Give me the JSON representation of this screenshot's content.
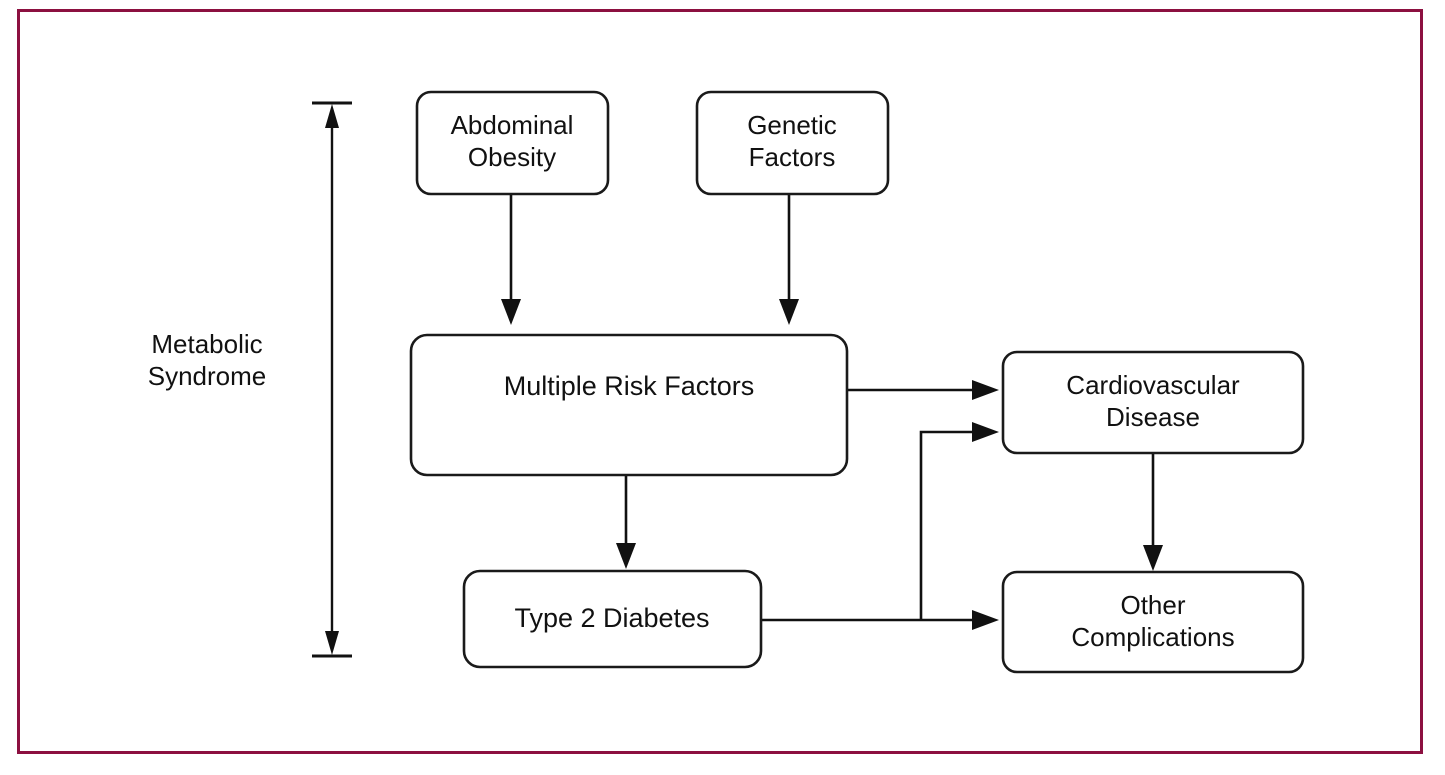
{
  "figure": {
    "frame_color": "#8c1040",
    "background_color": "#ffffff",
    "stroke_color": "#111111"
  },
  "bracket": {
    "label_line1": "Metabolic",
    "label_line2": "Syndrome",
    "icon_name": "double-headed-vertical-arrow"
  },
  "nodes": {
    "abdominal_obesity": {
      "line1": "Abdominal",
      "line2": "Obesity"
    },
    "genetic_factors": {
      "line1": "Genetic",
      "line2": "Factors"
    },
    "multiple_risk_factors": {
      "line1": "Multiple Risk Factors"
    },
    "type2_diabetes": {
      "line1": "Type 2 Diabetes"
    },
    "cardiovascular_disease": {
      "line1": "Cardiovascular",
      "line2": "Disease"
    },
    "other_complications": {
      "line1": "Other",
      "line2": "Complications"
    }
  },
  "edges": [
    {
      "id": "obesity-to-risk",
      "from": "abdominal_obesity",
      "to": "multiple_risk_factors",
      "style": "straight-down"
    },
    {
      "id": "genetics-to-risk",
      "from": "genetic_factors",
      "to": "multiple_risk_factors",
      "style": "straight-down"
    },
    {
      "id": "risk-to-diabetes",
      "from": "multiple_risk_factors",
      "to": "type2_diabetes",
      "style": "straight-down"
    },
    {
      "id": "risk-to-cvd",
      "from": "multiple_risk_factors",
      "to": "cardiovascular_disease",
      "style": "straight-right"
    },
    {
      "id": "diabetes-to-complications",
      "from": "type2_diabetes",
      "to": "other_complications",
      "style": "straight-right"
    },
    {
      "id": "diabetes-to-cvd",
      "from": "type2_diabetes",
      "to": "cardiovascular_disease",
      "style": "elbow-up-right"
    },
    {
      "id": "cvd-to-complications",
      "from": "cardiovascular_disease",
      "to": "other_complications",
      "style": "straight-down"
    }
  ]
}
